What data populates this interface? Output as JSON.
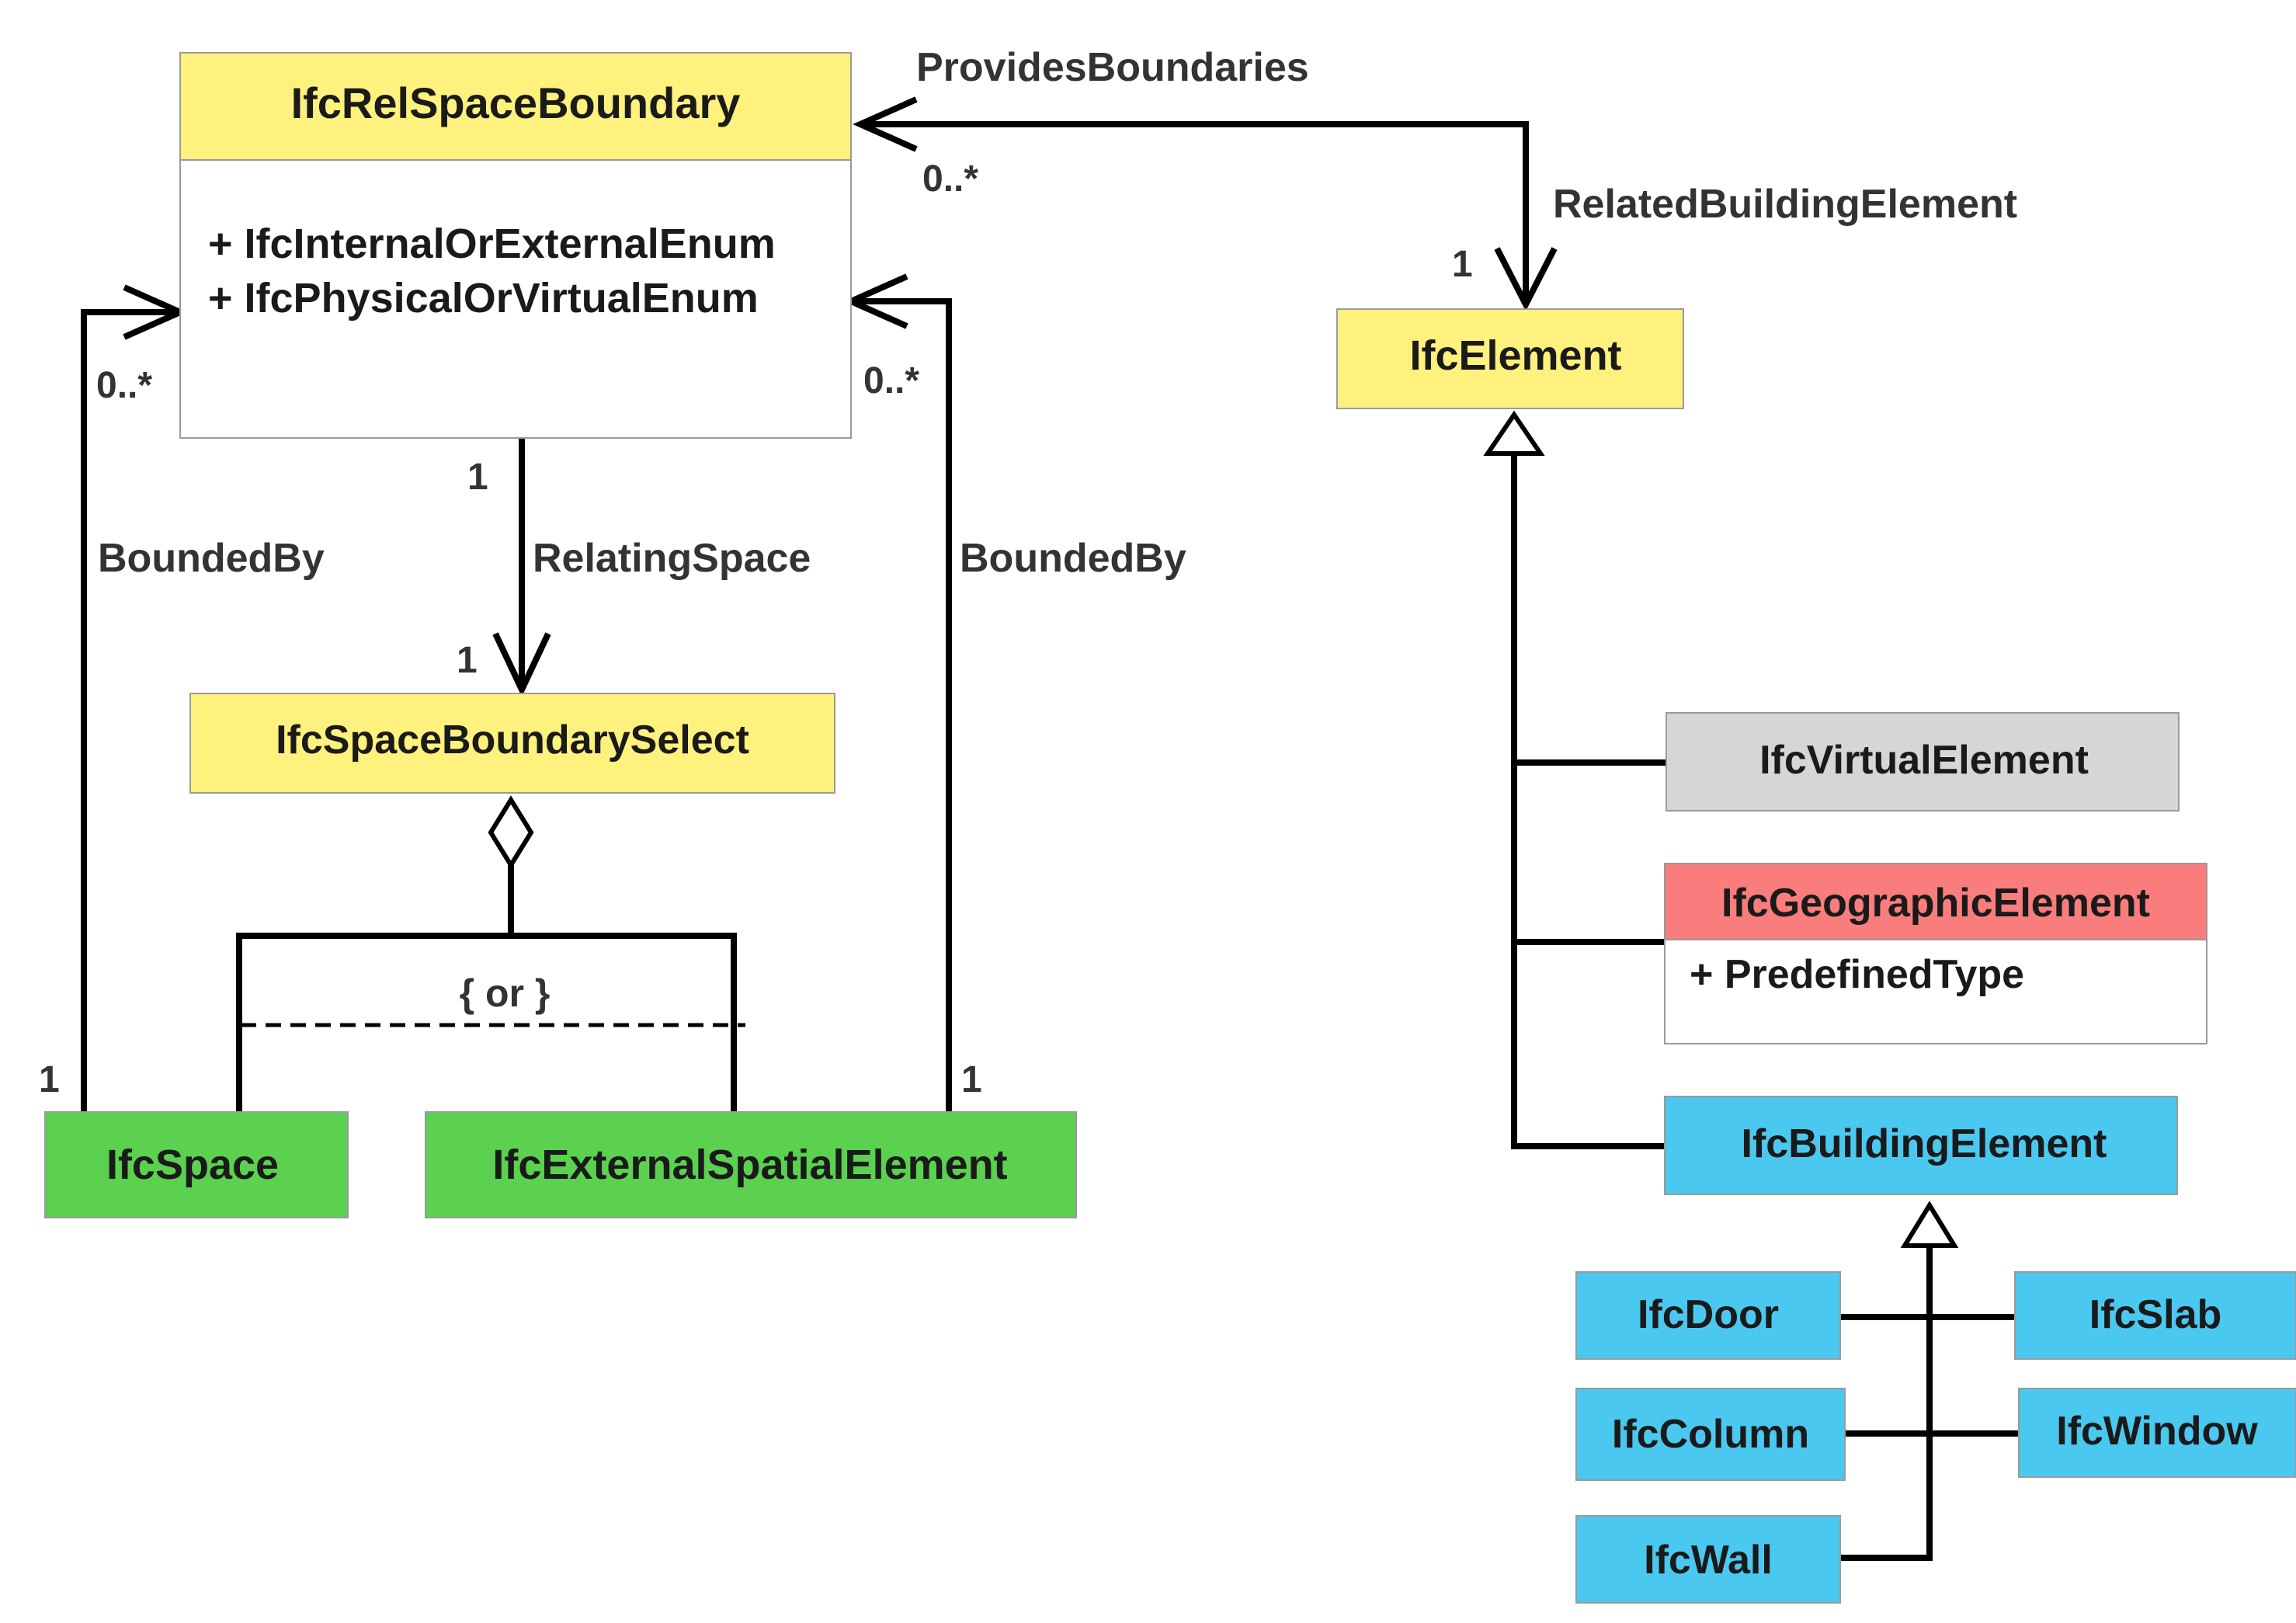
{
  "colors": {
    "yellow": "#FEF17D",
    "green": "#5BD14F",
    "grey": "#D6D6D6",
    "red": "#FA7D7D",
    "blue": "#4BC8EF",
    "line": "#000000"
  },
  "classes": {
    "rel_space_boundary": {
      "name": "IfcRelSpaceBoundary",
      "attributes": [
        "+ IfcInternalOrExternalEnum",
        "+ IfcPhysicalOrVirtualEnum"
      ]
    },
    "space_boundary_select": {
      "name": "IfcSpaceBoundarySelect"
    },
    "space": {
      "name": "IfcSpace"
    },
    "external_spatial_element": {
      "name": "IfcExternalSpatialElement"
    },
    "element": {
      "name": "IfcElement"
    },
    "virtual_element": {
      "name": "IfcVirtualElement"
    },
    "geographic_element": {
      "name": "IfcGeographicElement",
      "attributes": [
        "+ PredefinedType"
      ]
    },
    "building_element": {
      "name": "IfcBuildingElement"
    },
    "door": {
      "name": "IfcDoor"
    },
    "slab": {
      "name": "IfcSlab"
    },
    "column": {
      "name": "IfcColumn"
    },
    "window": {
      "name": "IfcWindow"
    },
    "wall": {
      "name": "IfcWall"
    }
  },
  "associations": {
    "provides_boundaries": "ProvidesBoundaries",
    "related_building_element": "RelatedBuildingElement",
    "bounded_by_left": "BoundedBy",
    "bounded_by_right": "BoundedBy",
    "relating_space": "RelatingSpace"
  },
  "constraint": "{ or }",
  "multiplicities": {
    "provides_many": "0..*",
    "related_one": "1",
    "bounded_left_many": "0..*",
    "bounded_left_one": "1",
    "bounded_right_many": "0..*",
    "bounded_right_one": "1",
    "relating_top": "1",
    "relating_bottom": "1"
  }
}
